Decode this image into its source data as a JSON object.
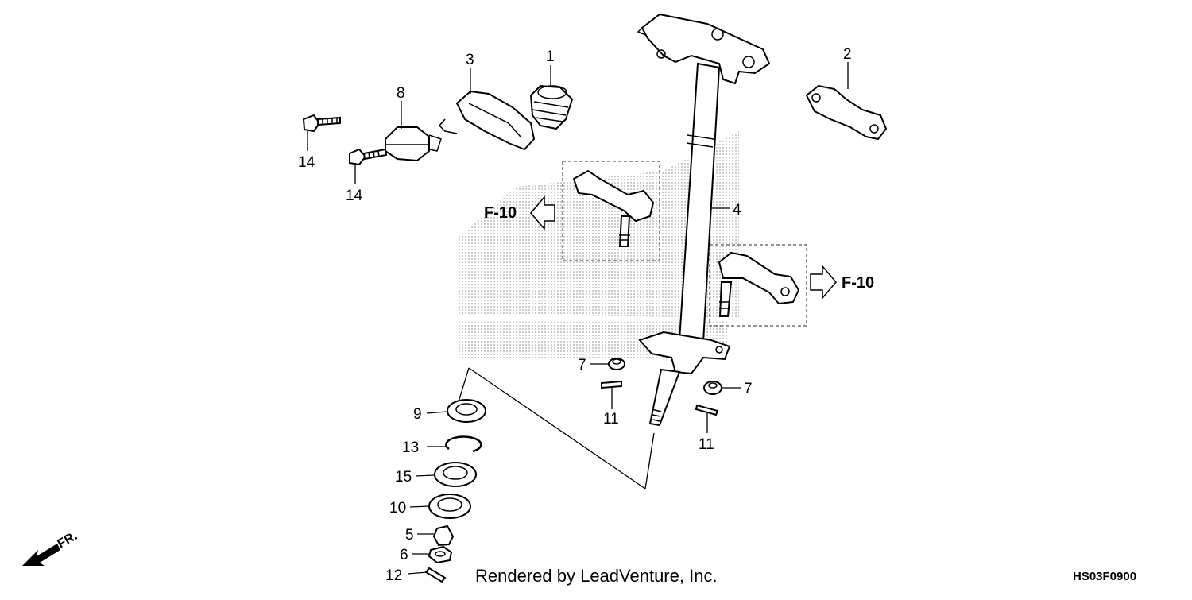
{
  "diagram": {
    "callouts": {
      "c1": "1",
      "c2": "2",
      "c3": "3",
      "c4": "4",
      "c5": "5",
      "c6": "6",
      "c7a": "7",
      "c7b": "7",
      "c8": "8",
      "c9": "9",
      "c10": "10",
      "c11a": "11",
      "c11b": "11",
      "c12": "12",
      "c13": "13",
      "c14a": "14",
      "c14b": "14",
      "c15": "15"
    },
    "references": {
      "left": "F-10",
      "right": "F-10"
    },
    "direction_label": "FR.",
    "footer_credit": "Rendered by LeadVenture, Inc.",
    "diagram_code": "HS03F0900",
    "colors": {
      "ink": "#000000",
      "watermark": "#bdbdbd",
      "background": "#ffffff"
    }
  }
}
